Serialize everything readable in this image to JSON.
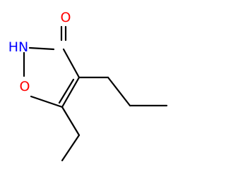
{
  "molecule": {
    "atoms": {
      "carbonyl_oxygen": {
        "symbol": "O",
        "color": "#ff0000"
      },
      "nitrogen_hydrogen": {
        "symbol": "HN",
        "color": "#0000ff"
      },
      "ring_oxygen": {
        "symbol": "O",
        "color": "#ff0000"
      }
    },
    "bond_color": "#000000"
  }
}
